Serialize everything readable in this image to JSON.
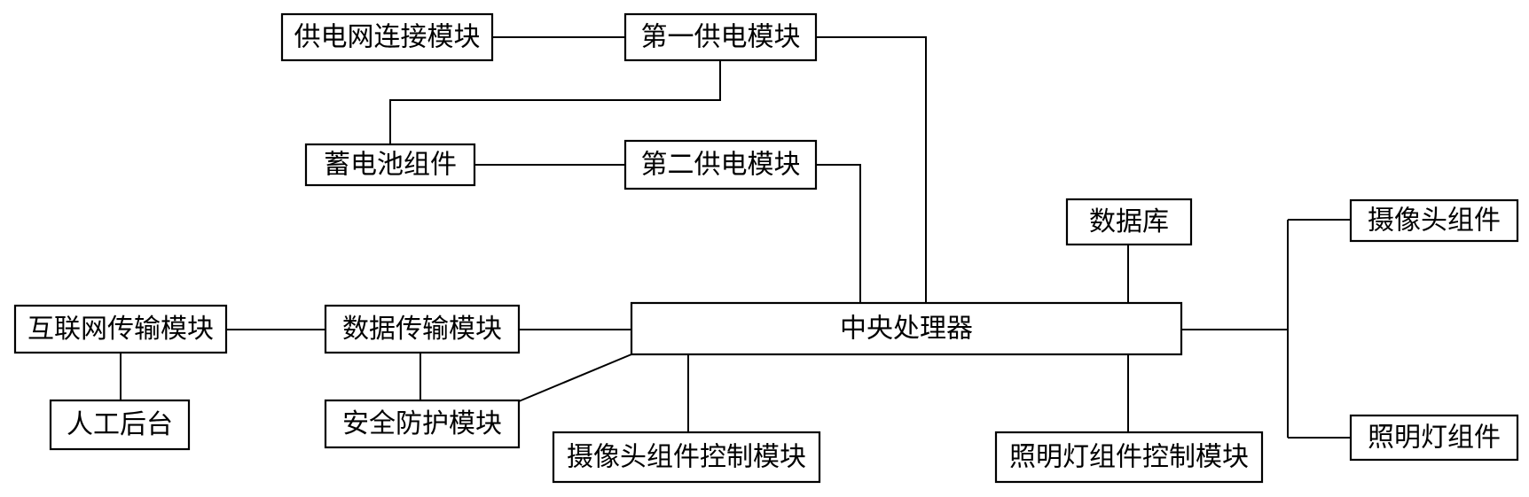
{
  "nodes": {
    "power_grid": "供电网连接模块",
    "power1": "第一供电模块",
    "battery": "蓄电池组件",
    "power2": "第二供电模块",
    "database": "数据库",
    "camera_unit": "摄像头组件",
    "internet": "互联网传输模块",
    "data_tx": "数据传输模块",
    "cpu": "中央处理器",
    "backend": "人工后台",
    "security": "安全防护模块",
    "camera_ctrl": "摄像头组件控制模块",
    "light_ctrl": "照明灯组件控制模块",
    "light_unit": "照明灯组件"
  }
}
